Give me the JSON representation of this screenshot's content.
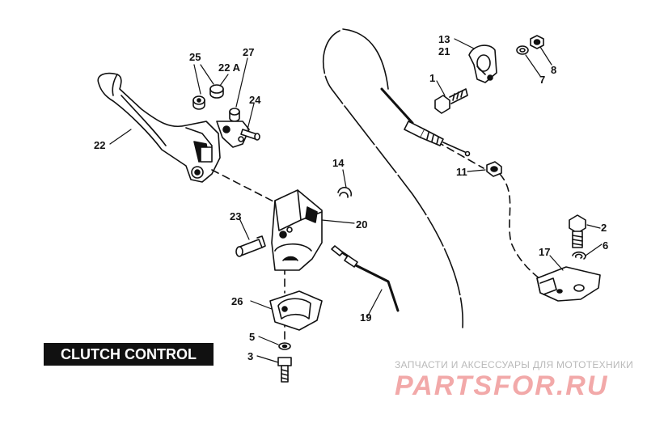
{
  "title": "CLUTCH CONTROL",
  "callouts": [
    {
      "id": "c25",
      "text": "25"
    },
    {
      "id": "c22a",
      "text": "22 A"
    },
    {
      "id": "c27",
      "text": "27"
    },
    {
      "id": "c24",
      "text": "24"
    },
    {
      "id": "c22",
      "text": "22"
    },
    {
      "id": "c13",
      "text": "13"
    },
    {
      "id": "c21",
      "text": "21"
    },
    {
      "id": "c1",
      "text": "1"
    },
    {
      "id": "c8",
      "text": "8"
    },
    {
      "id": "c7",
      "text": "7"
    },
    {
      "id": "c11",
      "text": "11"
    },
    {
      "id": "c14",
      "text": "14"
    },
    {
      "id": "c20",
      "text": "20"
    },
    {
      "id": "c23",
      "text": "23"
    },
    {
      "id": "c2",
      "text": "2"
    },
    {
      "id": "c6",
      "text": "6"
    },
    {
      "id": "c17",
      "text": "17"
    },
    {
      "id": "c26",
      "text": "26"
    },
    {
      "id": "c19",
      "text": "19"
    },
    {
      "id": "c5",
      "text": "5"
    },
    {
      "id": "c3",
      "text": "3"
    }
  ],
  "watermark": {
    "tagline": "ЗАПЧАСТИ И АКСЕССУАРЫ ДЛЯ МОТОТЕХНИКИ",
    "logo": "PARTSFOR.RU",
    "colors": {
      "logo": "#f2a9a9",
      "tagline": "#b9b9b9"
    }
  },
  "colors": {
    "ink": "#111111",
    "background": "#ffffff"
  }
}
